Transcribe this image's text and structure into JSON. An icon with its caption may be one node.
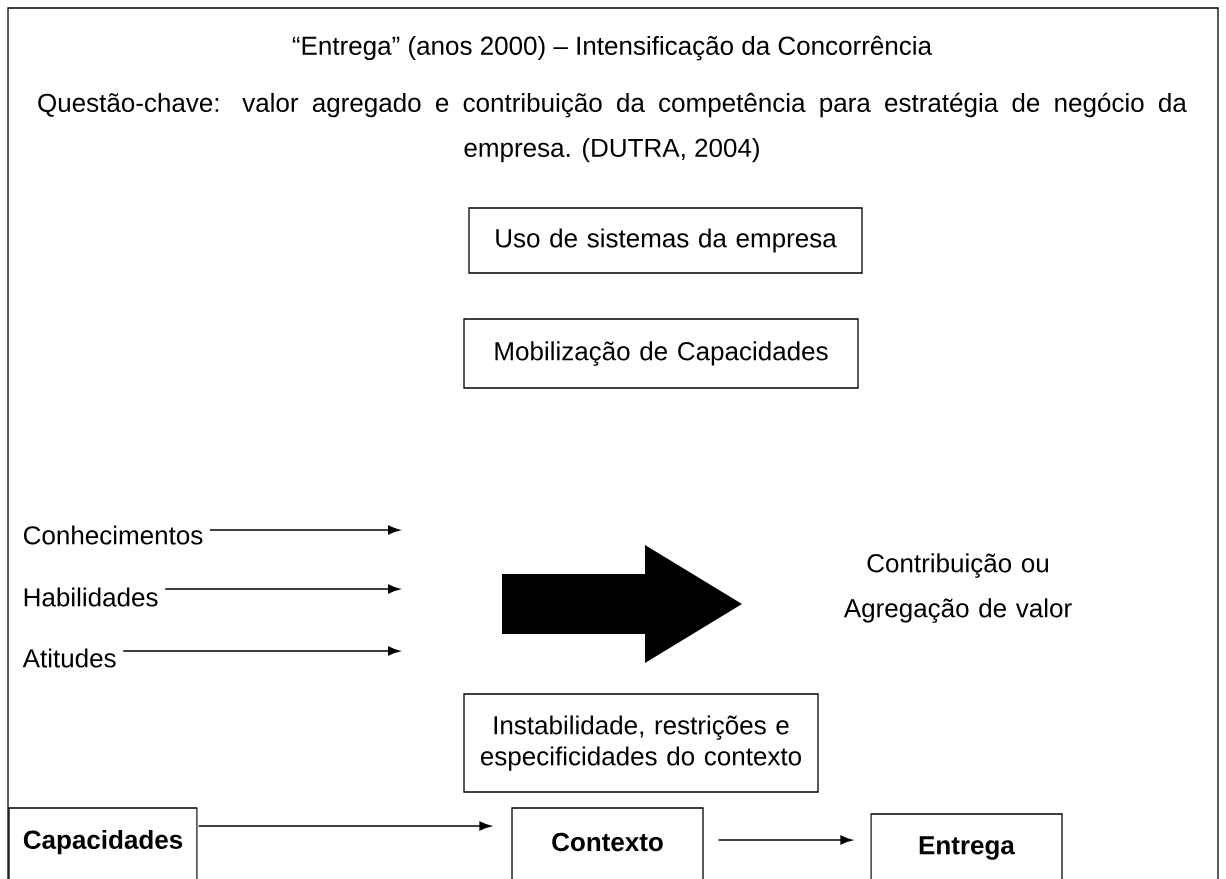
{
  "diagram": {
    "title": "“Entrega” (anos 2000) – Intensificação da Concorrência",
    "nodes": [
      {
        "text": [
          "Uso de sistemas da empresa"
        ]
      },
      {
        "text": [
          "Mobilização de Capacidades"
        ]
      },
      {
        "text": [
          "Conhecimentos"
        ]
      },
      {
        "text": [
          "Habilidades"
        ]
      },
      {
        "text": [
          "Atitudes"
        ]
      },
      {
        "text": [],
        "shape": "arrow"
      },
      {
        "text": [
          "Contribuição ou Agregação de valor"
        ]
      },
      {
        "text": [
          "Instabilidade, restrições e especificidades do contexto"
        ]
      },
      {
        "text": [
          "**Capacidades**"
        ]
      },
      {
        "text": [
          "**Contexto**"
        ]
      },
      {
        "text": [
          "**Entrega**"
        ]
      }
    ],
    "edges": [
      {
        "from": 2,
        "to": null,
        "arrow": "to"
      },
      {
        "from": 3,
        "to": null,
        "arrow": "to"
      },
      {
        "from": 4,
        "to": null,
        "arrow": "to"
      },
      {
        "from": 8,
        "to": 9,
        "arrow": "to"
      },
      {
        "from": 9,
        "to": 10,
        "arrow": "to"
      }
    ],
    "labels": [
      "Questão-chave: valor agregado e contribuição da competência para estratégia de negócio da empresa. (DUTRA, 2004)"
    ]
  }
}
